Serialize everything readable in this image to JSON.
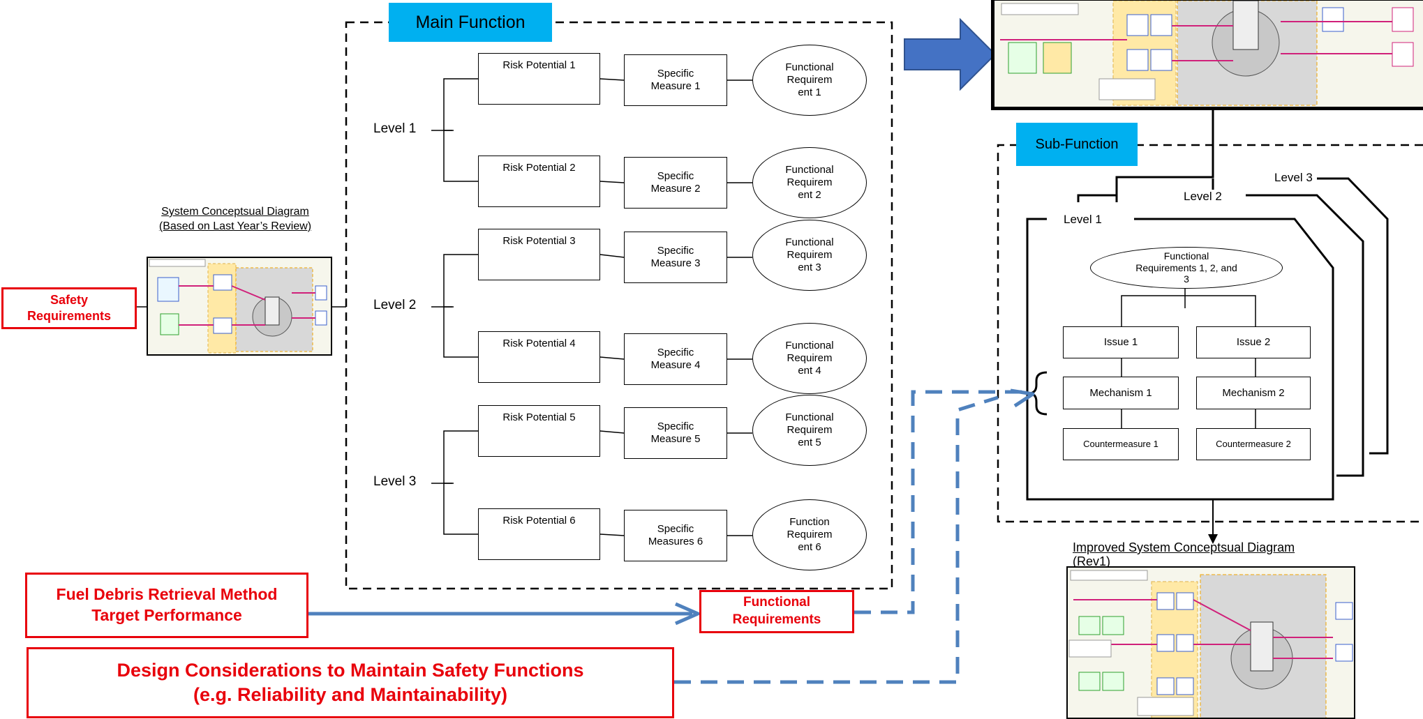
{
  "main_function": {
    "title": "Main Function",
    "levels": [
      "Level 1",
      "Level 2",
      "Level 3"
    ],
    "risks": [
      "Risk Potential 1",
      "Risk Potential 2",
      "Risk Potential 3",
      "Risk Potential 4",
      "Risk Potential 5",
      "Risk Potential 6"
    ],
    "measures": [
      "Specific Measure 1",
      "Specific Measure 2",
      "Specific Measure 3",
      "Specific Measure 4",
      "Specific Measure 5",
      "Specific Measures 6"
    ],
    "requirements": [
      "Functional Requirem ent 1",
      "Functional Requirem ent 2",
      "Functional Requirem ent 3",
      "Functional Requirem ent 4",
      "Functional Requirem ent 5",
      "Function Requirem ent 6"
    ]
  },
  "system_diagram": {
    "title_line1": "System Conceptsual Diagram",
    "title_line2": "(Based on Last Year’s Review)"
  },
  "safety_requirements": "Safety Requirements",
  "fuel_debris": {
    "line1": "Fuel Debris Retrieval Method",
    "line2": "Target Performance"
  },
  "functional_requirements_box": "Functional Requirements",
  "design_considerations": {
    "line1": "Design Considerations to Maintain Safety Functions",
    "line2": "(e.g. Reliability and Maintainability)"
  },
  "sub_function": {
    "title": "Sub-Function",
    "levels": [
      "Level 3",
      "Level 2",
      "Level 1"
    ],
    "func_req": "Functional Requirements 1, 2, and 3",
    "issues": [
      "Issue 1",
      "Issue 2"
    ],
    "mechanisms": [
      "Mechanism 1",
      "Mechanism 2"
    ],
    "countermeasures": [
      "Countermeasure 1",
      "Countermeasure 2"
    ]
  },
  "improved_diagram": {
    "title_line1": "Improved System Conceptsual Diagram",
    "title_line2": "(Rev1)"
  },
  "colors": {
    "accent_red": "#e8000b",
    "tag_blue": "#00b0f0",
    "arrow_blue": "#4f81bd",
    "big_arrow": "#4472c4"
  }
}
